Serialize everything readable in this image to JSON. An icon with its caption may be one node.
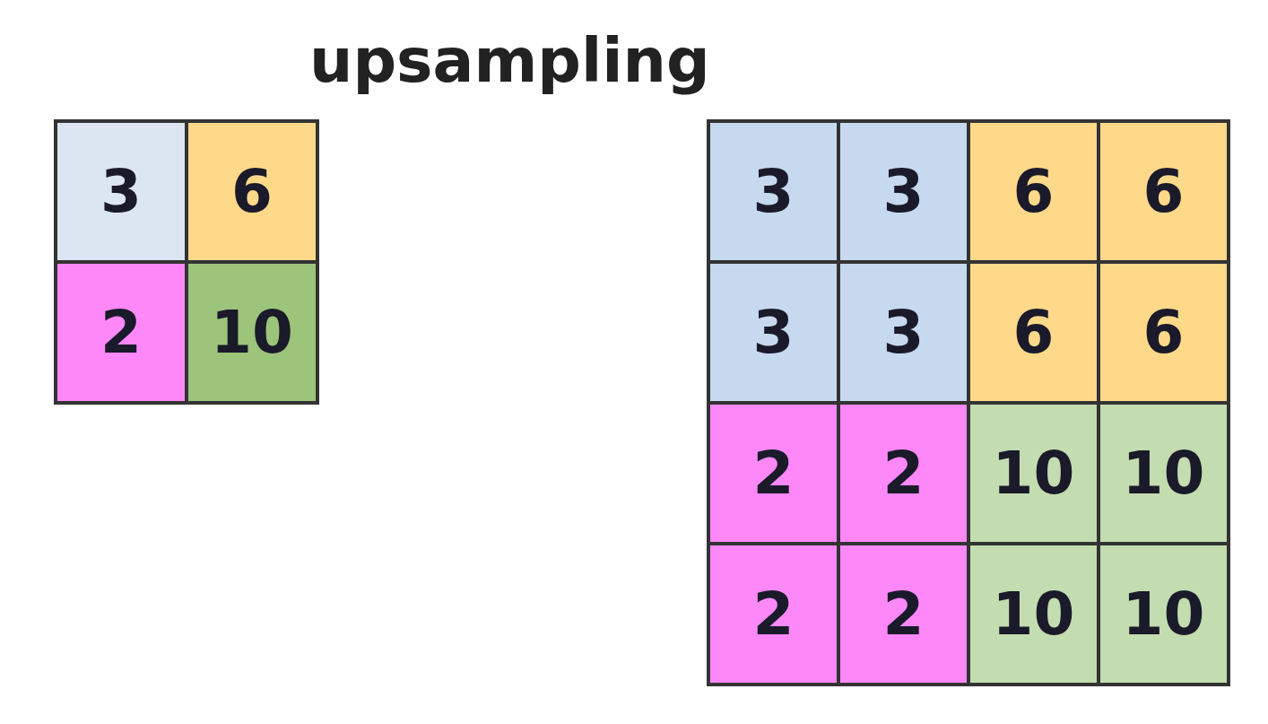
{
  "diagram": {
    "title": "upsampling",
    "labels": [
      "3",
      "6",
      "2",
      "10",
      "3",
      "3",
      "6",
      "6",
      "3",
      "3",
      "6",
      "6",
      "2",
      "2",
      "10",
      "10",
      "2",
      "2",
      "10",
      "10"
    ]
  }
}
